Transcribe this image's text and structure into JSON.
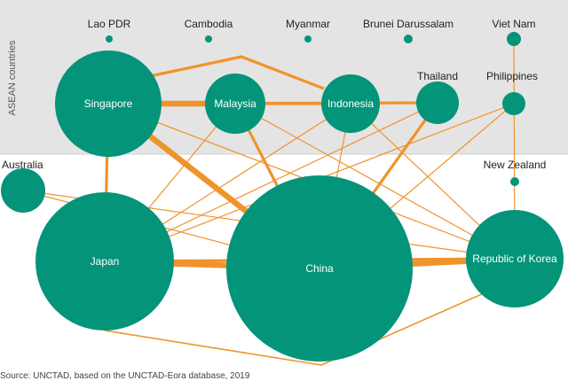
{
  "diagram": {
    "region_label": "ASEAN countries",
    "source_note": "Source: UNCTAD, based on the UNCTAD-Eora database, 2019",
    "colors": {
      "node": "#04947a",
      "link": "#f0932b",
      "band": "#e4e4e4",
      "band_border": "#cfcfcf"
    },
    "nodes": [
      {
        "id": "lao",
        "label": "Lao PDR"
      },
      {
        "id": "cambodia",
        "label": "Cambodia"
      },
      {
        "id": "myanmar",
        "label": "Myanmar"
      },
      {
        "id": "brunei",
        "label": "Brunei Darussalam"
      },
      {
        "id": "vietnam",
        "label": "Viet Nam"
      },
      {
        "id": "singapore",
        "label": "Singapore"
      },
      {
        "id": "malaysia",
        "label": "Malaysia"
      },
      {
        "id": "indonesia",
        "label": "Indonesia"
      },
      {
        "id": "thailand",
        "label": "Thailand"
      },
      {
        "id": "philippines",
        "label": "Philippines"
      },
      {
        "id": "australia",
        "label": "Australia"
      },
      {
        "id": "newzealand",
        "label": "New Zealand"
      },
      {
        "id": "japan",
        "label": "Japan"
      },
      {
        "id": "china",
        "label": "China"
      },
      {
        "id": "korea",
        "label": "Republic of Korea"
      }
    ],
    "links": [
      {
        "from": "singapore",
        "to": "indonesia",
        "weight": "medium"
      },
      {
        "from": "singapore",
        "to": "malaysia",
        "weight": "thick"
      },
      {
        "from": "malaysia",
        "to": "indonesia",
        "weight": "medium"
      },
      {
        "from": "singapore",
        "to": "thailand",
        "weight": "medium"
      },
      {
        "from": "singapore",
        "to": "china",
        "weight": "thick"
      },
      {
        "from": "singapore",
        "to": "japan",
        "weight": "medium"
      },
      {
        "from": "singapore",
        "to": "korea",
        "weight": "thin"
      },
      {
        "from": "malaysia",
        "to": "china",
        "weight": "medium"
      },
      {
        "from": "malaysia",
        "to": "japan",
        "weight": "thin"
      },
      {
        "from": "malaysia",
        "to": "korea",
        "weight": "thin"
      },
      {
        "from": "indonesia",
        "to": "china",
        "weight": "thin"
      },
      {
        "from": "indonesia",
        "to": "japan",
        "weight": "thin"
      },
      {
        "from": "indonesia",
        "to": "korea",
        "weight": "thin"
      },
      {
        "from": "thailand",
        "to": "china",
        "weight": "medium"
      },
      {
        "from": "thailand",
        "to": "japan",
        "weight": "thin"
      },
      {
        "from": "philippines",
        "to": "china",
        "weight": "thin"
      },
      {
        "from": "philippines",
        "to": "japan",
        "weight": "thin"
      },
      {
        "from": "australia",
        "to": "china",
        "weight": "thin"
      },
      {
        "from": "australia",
        "to": "korea",
        "weight": "thin"
      },
      {
        "from": "japan",
        "to": "china",
        "weight": "thick"
      },
      {
        "from": "japan",
        "to": "korea",
        "weight": "medium"
      },
      {
        "from": "china",
        "to": "korea",
        "weight": "thick"
      },
      {
        "from": "vietnam",
        "to": "korea",
        "weight": "thin"
      }
    ]
  }
}
